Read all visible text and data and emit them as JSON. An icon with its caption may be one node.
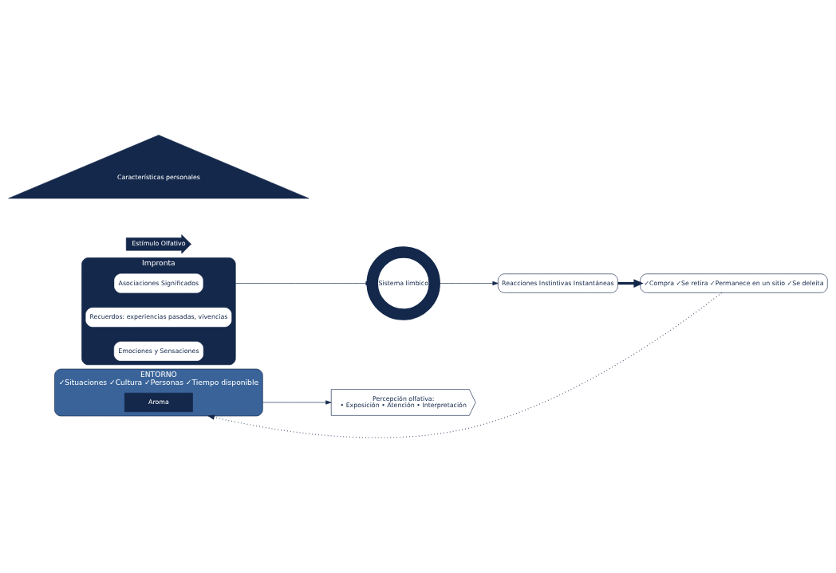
{
  "diagram": {
    "nodes": [
      {
        "text": [
          "Impronta"
        ]
      },
      {
        "text": [
          "Asociaciones Significados"
        ],
        "in": 0
      },
      {
        "text": [
          "Recuerdos: experiencias pasadas, vivencias"
        ],
        "in": 0
      },
      {
        "text": [
          "Emociones y Sensaciones"
        ],
        "in": 0
      },
      {
        "text": [
          "ENTORNO",
          "✓Situaciones ✓Cultura ✓Personas ✓Tiempo disponible"
        ]
      },
      {
        "text": [
          "Aroma"
        ],
        "in": 4
      },
      {
        "text": [
          "Estímulo Olfativo"
        ]
      },
      {
        "text": [
          "Percepción olfativa:",
          "• Exposición • Atención • Interpretación"
        ]
      },
      {
        "text": [
          "Sistema límbico"
        ]
      },
      {
        "text": [
          "Reacciones Instintivas Instantáneas"
        ]
      },
      {
        "text": [
          "✓Compra ✓Se retira ✓Permanece en un sitio ✓Se deleita"
        ]
      },
      {
        "text": [
          "Características personales"
        ]
      }
    ],
    "edges": [
      {
        "from": 4,
        "to": 7,
        "arrow": "to"
      },
      {
        "from": 0,
        "to": 8,
        "arrow": "to"
      },
      {
        "from": 8,
        "to": 9,
        "arrow": "to"
      },
      {
        "from": 9,
        "to": 10,
        "arrow": "to",
        "style": "thick"
      },
      {
        "from": 10,
        "to": 4,
        "arrow": "to",
        "style": "dashed"
      }
    ]
  }
}
